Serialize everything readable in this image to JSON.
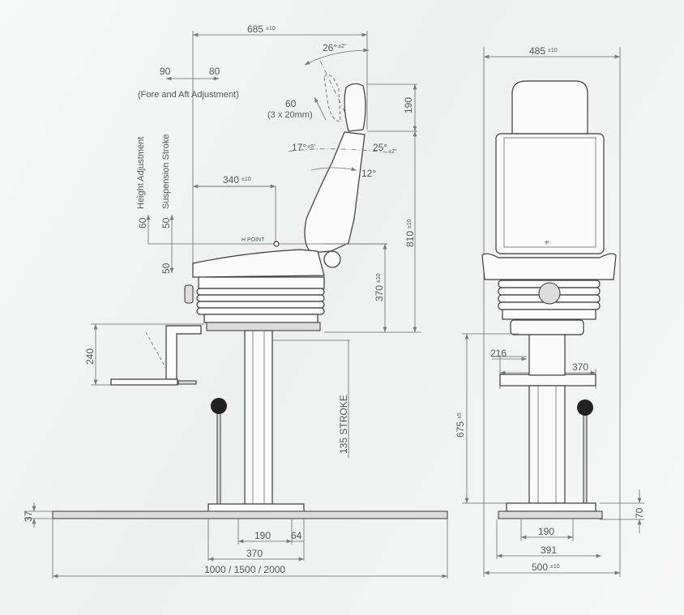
{
  "side_view": {
    "overall_depth": {
      "value": "685",
      "tol": "±10"
    },
    "fore_adjust": "90",
    "aft_adjust": "80",
    "fore_aft_label": "(Fore and Aft Adjustment)",
    "headrest_angle": {
      "value": "26°",
      "tol": "±2°"
    },
    "headrest_travel": "60",
    "headrest_steps": "(3 x 20mm)",
    "headrest_height": "190",
    "back_fwd_angle": {
      "value": "17°",
      "tol": "±5°"
    },
    "back_rear_angle": {
      "value": "25°",
      "tol": "±2°"
    },
    "back_angle": "12°",
    "height_adjustment_label": "Height Adjustment",
    "suspension_stroke_label": "Suspension Stroke",
    "h_point_depth": {
      "value": "340",
      "tol": "±10"
    },
    "height_adjust_value": "60",
    "suspension_up": "50",
    "suspension_down": "50",
    "h_point_label": "H POINT",
    "overall_height": {
      "value": "810",
      "tol": "±10"
    },
    "seat_height": {
      "value": "370",
      "tol": "±10"
    },
    "footrest_height": "240",
    "stroke_label": "135 STROKE",
    "rail_height": "37",
    "base_inner": "190",
    "base_offset": "64",
    "base_width": "370",
    "rail_length": "1000 / 1500 / 2000"
  },
  "front_view": {
    "overall_width": {
      "value": "485",
      "tol": "±10"
    },
    "mount_width": "216",
    "plate_width": "370",
    "column_height": {
      "value": "675",
      "tol": "±5"
    },
    "base_height": "70",
    "base_inner": "190",
    "base_width": "391",
    "overall_base": {
      "value": "500",
      "tol": "±10"
    }
  },
  "colors": {
    "line": "#3a3a3a",
    "dimension": "#6a6a6a",
    "background": "#f3f4f4"
  }
}
